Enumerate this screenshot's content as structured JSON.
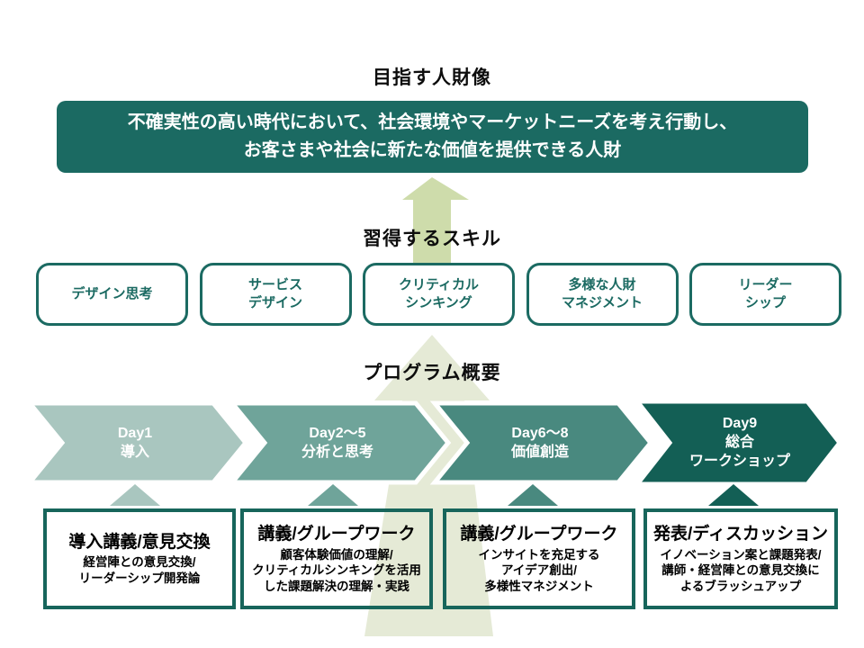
{
  "colors": {
    "accent_dark_teal": "#1B6A62",
    "banner_bg": "#1B6A62",
    "detail_border": "#17655B",
    "arrow_upper": "#CEDCAB",
    "arrow_lower": "#E5EAD6",
    "text_black": "#0d0d0d",
    "text_white": "#ffffff"
  },
  "goal": {
    "title": "目指す人財像",
    "banner": "不確実性の高い時代において、社会環境やマーケットニーズを考え行動し、\nお客さまや社会に新たな価値を提供できる人財"
  },
  "skills": {
    "title": "習得するスキル",
    "items": [
      {
        "label": "デザイン思考"
      },
      {
        "label": "サービス\nデザイン"
      },
      {
        "label": "クリティカル\nシンキング"
      },
      {
        "label": "多様な人財\nマネジメント"
      },
      {
        "label": "リーダー\nシップ"
      }
    ]
  },
  "program": {
    "title": "プログラム概要",
    "days": [
      {
        "label": "Day1\n導入",
        "color": "#A9C6BF"
      },
      {
        "label": "Day2〜5\n分析と思考",
        "color": "#6FA49A"
      },
      {
        "label": "Day6〜8\n価値創造",
        "color": "#49897F"
      },
      {
        "label": "Day9\n総合\nワークショップ",
        "color": "#135F55"
      }
    ],
    "details": [
      {
        "title": "導入講義/意見交換",
        "body": "経営陣との意見交換/\nリーダーシップ開発論"
      },
      {
        "title": "講義/グループワーク",
        "body": "顧客体験価値の理解/\nクリティカルシンキングを活用\nした課題解決の理解・実践"
      },
      {
        "title": "講義/グループワーク",
        "body": "インサイトを充足する\nアイデア創出/\n多様性マネジメント"
      },
      {
        "title": "発表/ディスカッション",
        "body": "イノベーション案と課題発表/\n講師・経営陣との意見交換に\nよるブラッシュアップ"
      }
    ]
  }
}
